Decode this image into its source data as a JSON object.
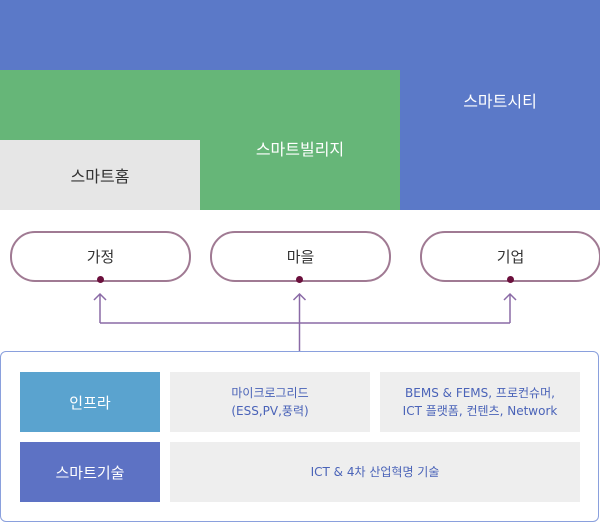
{
  "levels": {
    "city": "스마트시티",
    "village": "스마트빌리지",
    "home": "스마트홈"
  },
  "targets": [
    "가정",
    "마을",
    "기업"
  ],
  "panel": {
    "infra_label": "인프라",
    "infra_item1": "마이크로그리드\n(ESS,PV,풍력)",
    "infra_item2": "BEMS & FEMS, 프로컨슈머,\nICT 플랫폼, 컨텐츠, Network",
    "tech_label": "스마트기술",
    "tech_item": "ICT & 4차 산업혁명 기술"
  },
  "colors": {
    "city": "#5b79c8",
    "village": "#66b678",
    "home": "#e6e6e6",
    "arrow": "#8a6aa6",
    "dot": "#6b0f3c"
  }
}
